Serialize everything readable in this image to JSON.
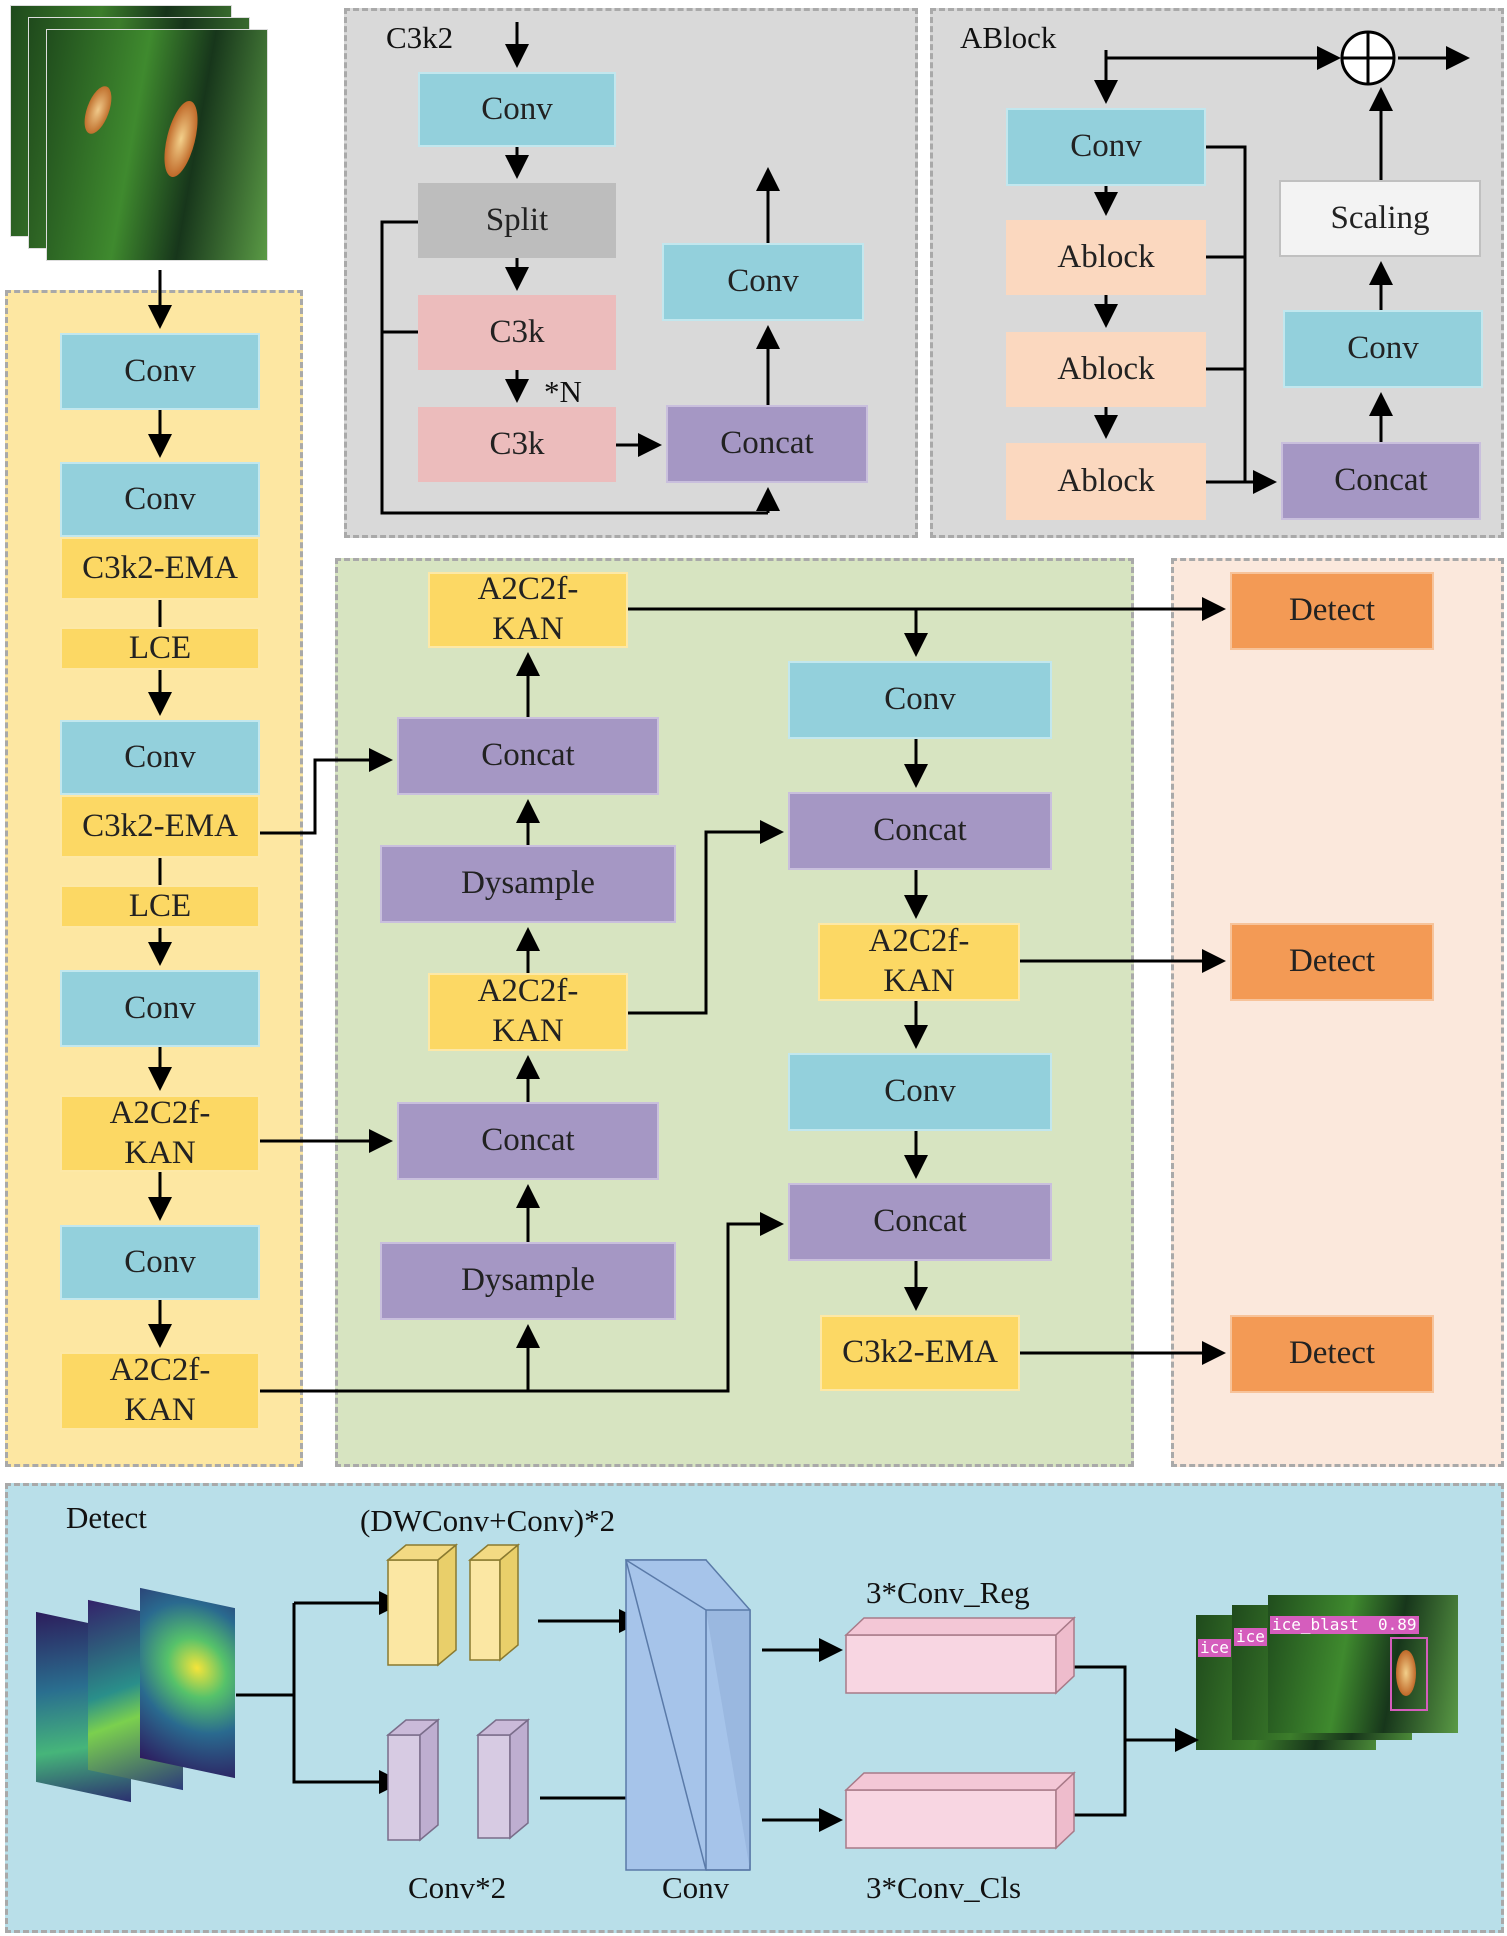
{
  "backbone": {
    "blocks": [
      "Conv",
      "Conv",
      "C3k2-EMA",
      "LCE",
      "Conv",
      "C3k2-EMA",
      "LCE",
      "Conv",
      "A2C2f-\nKAN",
      "Conv",
      "A2C2f-\nKAN"
    ]
  },
  "c3k2_panel": {
    "title": "C3k2",
    "conv_top": "Conv",
    "split": "Split",
    "c3k_1": "C3k",
    "repeat": "*N",
    "c3k_2": "C3k",
    "conv_right": "Conv",
    "concat": "Concat"
  },
  "ablock_panel": {
    "title": "ABlock",
    "conv": "Conv",
    "ablock_1": "Ablock",
    "ablock_2": "Ablock",
    "ablock_3": "Ablock",
    "scaling": "Scaling",
    "conv_right": "Conv",
    "concat": "Concat"
  },
  "neck": {
    "a2c2f_top": "A2C2f-\nKAN",
    "concat_1": "Concat",
    "dysample_1": "Dysample",
    "a2c2f_mid": "A2C2f-\nKAN",
    "concat_2": "Concat",
    "dysample_2": "Dysample",
    "conv_1": "Conv",
    "concat_3": "Concat",
    "a2c2f_right": "A2C2f-\nKAN",
    "conv_2": "Conv",
    "concat_4": "Concat",
    "c3k2_ema": "C3k2-EMA"
  },
  "heads": {
    "detect_1": "Detect",
    "detect_2": "Detect",
    "detect_3": "Detect"
  },
  "detect_panel": {
    "title": "Detect",
    "dwconv_label": "(DWConv+Conv)*2",
    "conv2_label": "Conv*2",
    "conv_label": "Conv",
    "reg_label": "3*Conv_Reg",
    "cls_label": "3*Conv_Cls",
    "output_tags": [
      "ice",
      "ice",
      "ice_blast  0.89"
    ]
  },
  "colors": {
    "conv": "#93d0dc",
    "yellow": "#fcd864",
    "purple": "#a597c4",
    "orange": "#f39a55",
    "backbone_bg": "#fde7a2",
    "neck_bg": "#d7e4c1",
    "head_bg": "#fbe8dc",
    "detect_bg": "#b9dfe9",
    "module_bg": "#d9d9d9"
  }
}
